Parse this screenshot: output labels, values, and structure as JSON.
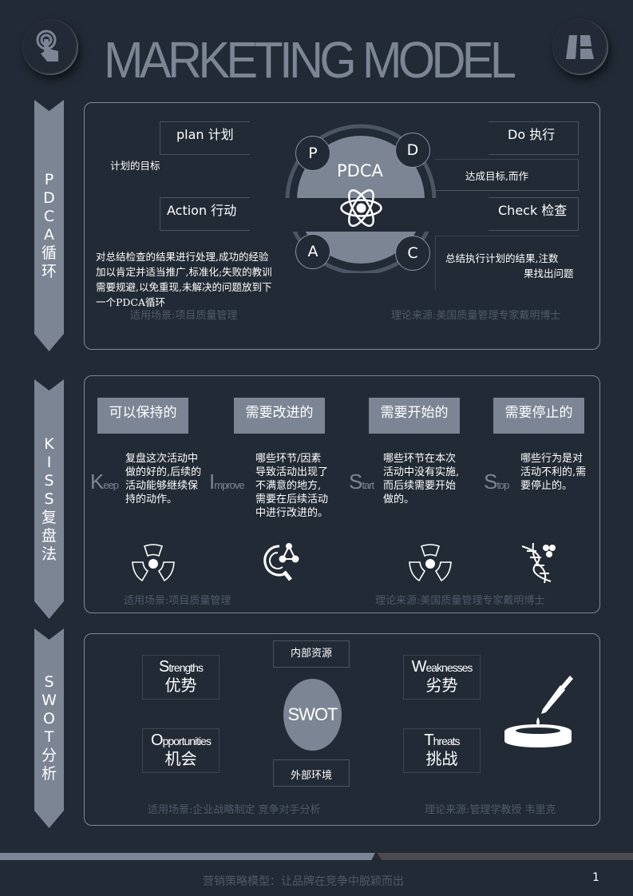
{
  "header": {
    "title": "MARKETING MODEL",
    "left_icon": "touch-hand-icon",
    "right_icon": "road-layout-icon"
  },
  "pdca": {
    "side_label": [
      "P",
      "D",
      "C",
      "A",
      "循",
      "环"
    ],
    "center": "PDCA",
    "letters": {
      "p": "P",
      "d": "D",
      "a": "A",
      "c": "C"
    },
    "plan": {
      "title": "plan 计划",
      "desc": "计划的目标"
    },
    "do": {
      "title": "Do 执行",
      "desc": "达成目标,而作"
    },
    "action": {
      "title": "Action 行动",
      "desc": "对总结检查的结果进行处理,成功的经验加以肯定并适当推广,标准化;失败的教训需要规避,以免重现,未解决的问题放到下一个PDCA循环"
    },
    "check": {
      "title": "Check 检查",
      "desc": "总结执行计划的结果,注数",
      "desc2": "果找出问题"
    },
    "footer_left": "适用场景:项目质量管理",
    "footer_right": "理论来源:美国质量管理专家戴明博士"
  },
  "kiss": {
    "side_label": [
      "K",
      "I",
      "S",
      "S",
      "复",
      "盘",
      "法"
    ],
    "columns": [
      {
        "head": "可以保持的",
        "cap": "K",
        "rest": "eep",
        "desc": "复盘这次活动中做的好的,后续的活动能够继续保持的动作。",
        "icon": "radiation-icon"
      },
      {
        "head": "需要改进的",
        "cap": "I",
        "rest": "mprove",
        "desc": "哪些环节/因素导致活动出现了不满意的地方,需要在后续活动中进行改进的。",
        "icon": "molecule-search-icon"
      },
      {
        "head": "需要开始的",
        "cap": "S",
        "rest": "tart",
        "desc": "哪些环节在本次活动中没有实施,而后续需要开始做的。",
        "icon": "radiation-icon"
      },
      {
        "head": "需要停止的",
        "cap": "S",
        "rest": "top",
        "desc": "哪些行为是对活动不利的,需要停止的。",
        "icon": "dna-icon"
      }
    ],
    "footer_left": "适用场景:项目质量管理",
    "footer_right": "理论来源:美国质量管理专家戴明博士"
  },
  "swot": {
    "side_label": [
      "S",
      "W",
      "O",
      "T",
      "分",
      "析"
    ],
    "center": "SWOT",
    "internal": "内部资源",
    "external": "外部环境",
    "strengths": {
      "cap": "S",
      "rest": "trengths",
      "zh": "优势"
    },
    "weaknesses": {
      "cap": "W",
      "rest": "eaknesses",
      "zh": "劣势"
    },
    "opportunities": {
      "cap": "O",
      "rest": "pportunities",
      "zh": "机会"
    },
    "threats": {
      "cap": "T",
      "rest": "hreats",
      "zh": "挑战"
    },
    "icon": "pipette-dish-icon",
    "footer_left": "适用场景:企业战略制定 竞争对手分析",
    "footer_right": "理论来源:管理学教授 韦里克"
  },
  "footer": {
    "text": "营销策略模型：让品牌在竞争中脱颖而出",
    "page": "1"
  },
  "colors": {
    "background": "#222a35",
    "accent": "#7c8594",
    "bar_dark": "#4a4a4f"
  }
}
